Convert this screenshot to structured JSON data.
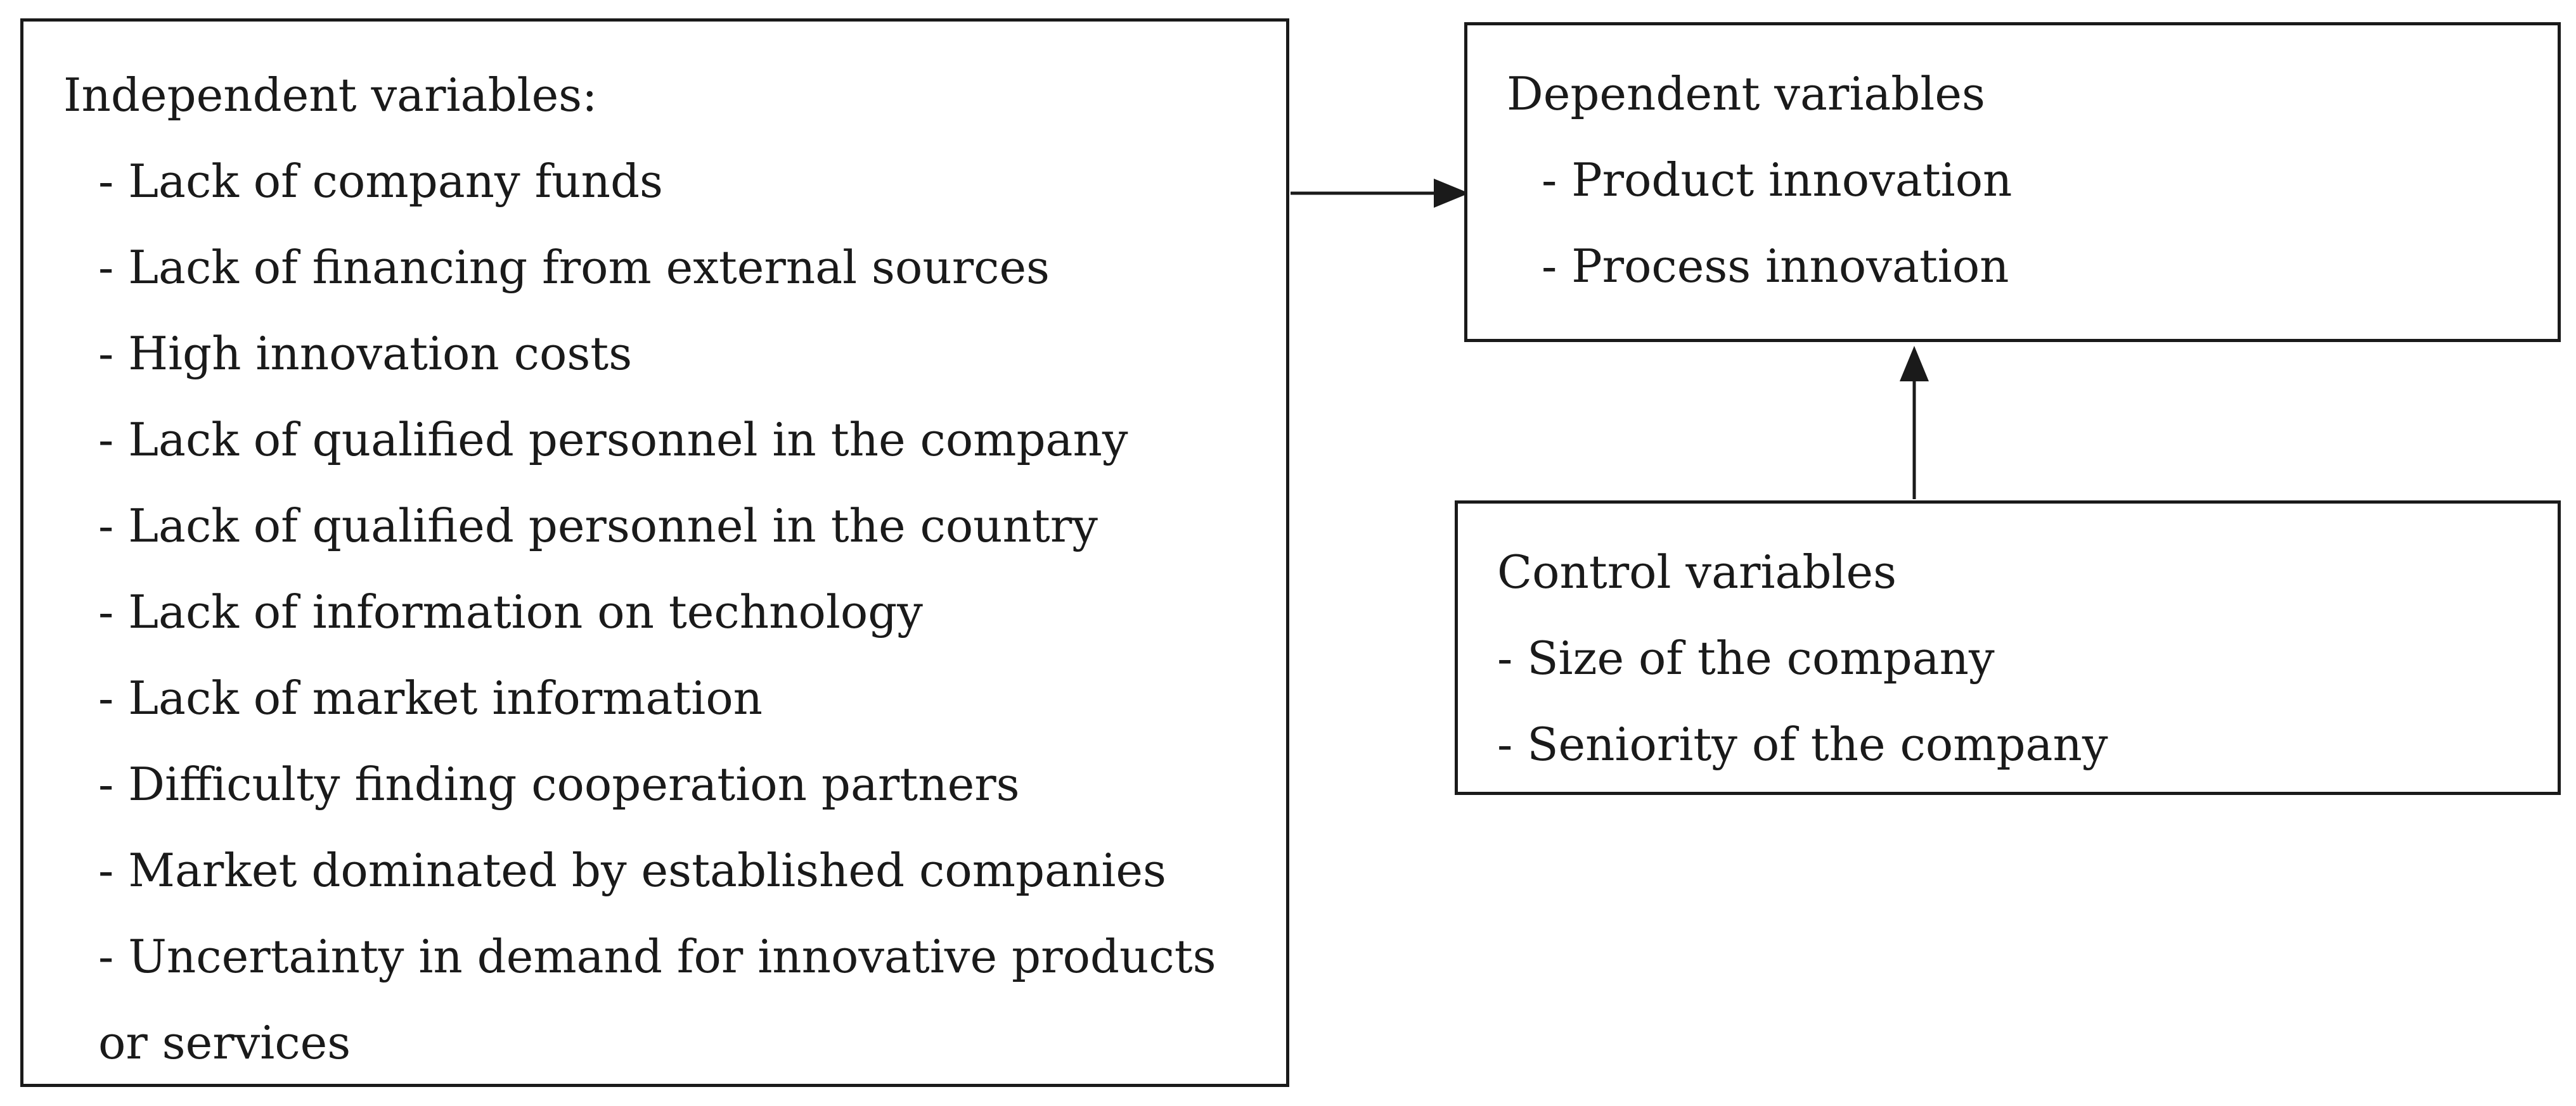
{
  "independent": {
    "heading": "Independent variables:",
    "items": [
      "- Lack of company funds",
      "- Lack of financing from external sources",
      "- High innovation costs",
      "- Lack of qualified personnel in the company",
      "- Lack of qualified personnel in the country",
      "- Lack of information on technology",
      "- Lack of market information",
      "- Difficulty finding cooperation partners",
      "- Market dominated by established companies",
      "- Uncertainty in demand for innovative products",
      "or services"
    ]
  },
  "dependent": {
    "heading": "Dependent variables",
    "items": [
      "- Product innovation",
      "- Process innovation"
    ]
  },
  "control": {
    "heading": "Control variables",
    "items": [
      "- Size of the company",
      "- Seniority of the company"
    ]
  }
}
